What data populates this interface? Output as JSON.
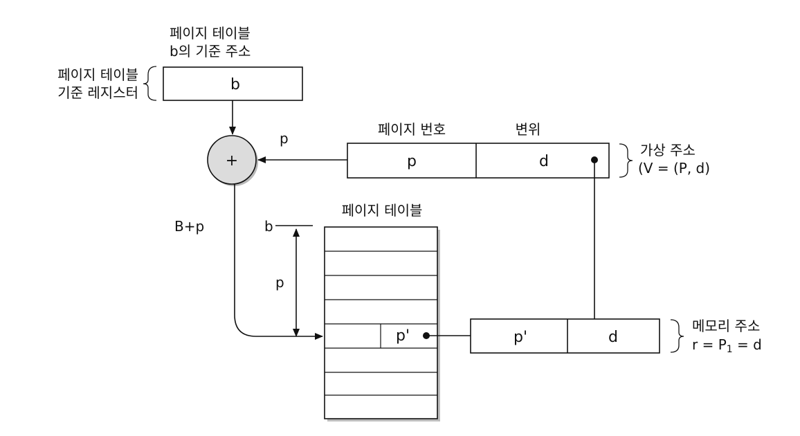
{
  "top_label": {
    "line1": "페이지 테이블",
    "line2": "b의 기준 주소"
  },
  "register_label": {
    "line1": "페이지 테이블",
    "line2": "기준 레지스터"
  },
  "register_value": "b",
  "adder_symbol": "+",
  "arrow_p_label": "p",
  "bp_label": "B+p",
  "virtual_address": {
    "page_header": "페이지 번호",
    "offset_header": "변위",
    "page_cell": "p",
    "offset_cell": "d",
    "label_line1": "가상 주소",
    "label_line2": "(V = (P,  d)"
  },
  "page_table": {
    "title": "페이지 테이블",
    "base_marker": "b",
    "offset_marker": "p",
    "entry_cell": "p'"
  },
  "memory_address": {
    "frame_cell": "p'",
    "offset_cell": "d",
    "label_line1": "메모리 주소",
    "label_line2_prefix": "r = P",
    "label_line2_sub": "1",
    "label_line2_suffix": " = d"
  }
}
